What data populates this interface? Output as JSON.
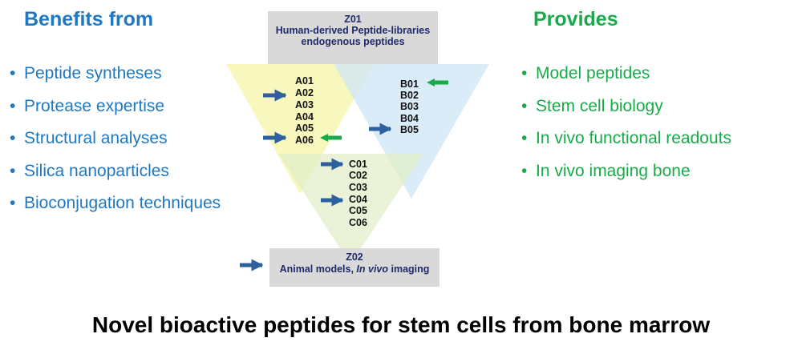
{
  "benefits": {
    "heading": "Benefits from",
    "items": [
      "Peptide syntheses",
      "Protease expertise",
      "Structural analyses",
      "Silica nanoparticles",
      "Bioconjugation techniques"
    ]
  },
  "provides": {
    "heading": "Provides",
    "items": [
      "Model peptides",
      "Stem cell biology",
      "In vivo functional readouts",
      "In vivo imaging bone"
    ]
  },
  "bullet_glyph": "•",
  "z01": {
    "code": "Z01",
    "line1": "Human-derived Peptide-libraries",
    "line2": "endogenous peptides"
  },
  "z02": {
    "code": "Z02",
    "line1_prefix": "Animal models, ",
    "line1_italic": "In vivo",
    "line1_suffix": " imaging"
  },
  "group_a": [
    "A01",
    "A02",
    "A03",
    "A04",
    "A05",
    "A06"
  ],
  "group_b": [
    "B01",
    "B02",
    "B03",
    "B04",
    "B05"
  ],
  "group_c": [
    "C01",
    "C02",
    "C03",
    "C04",
    "C05",
    "C06"
  ],
  "footer": {
    "title": "Novel bioactive peptides for stem cells from bone marrow"
  },
  "colors": {
    "benefits_text": "#1f78c1",
    "provides_text": "#1aaa4b",
    "triangle_yellow": "#f7f6b2",
    "triangle_blue": "#cfe6f7",
    "triangle_green": "#e3efc9",
    "box_gray": "#d9d9d9",
    "arrow_blue": "#2e5f9e",
    "arrow_green": "#1aaa4b"
  },
  "icons": {
    "blue_arrow": "arrow-right-icon",
    "green_arrow": "arrow-left-icon"
  }
}
